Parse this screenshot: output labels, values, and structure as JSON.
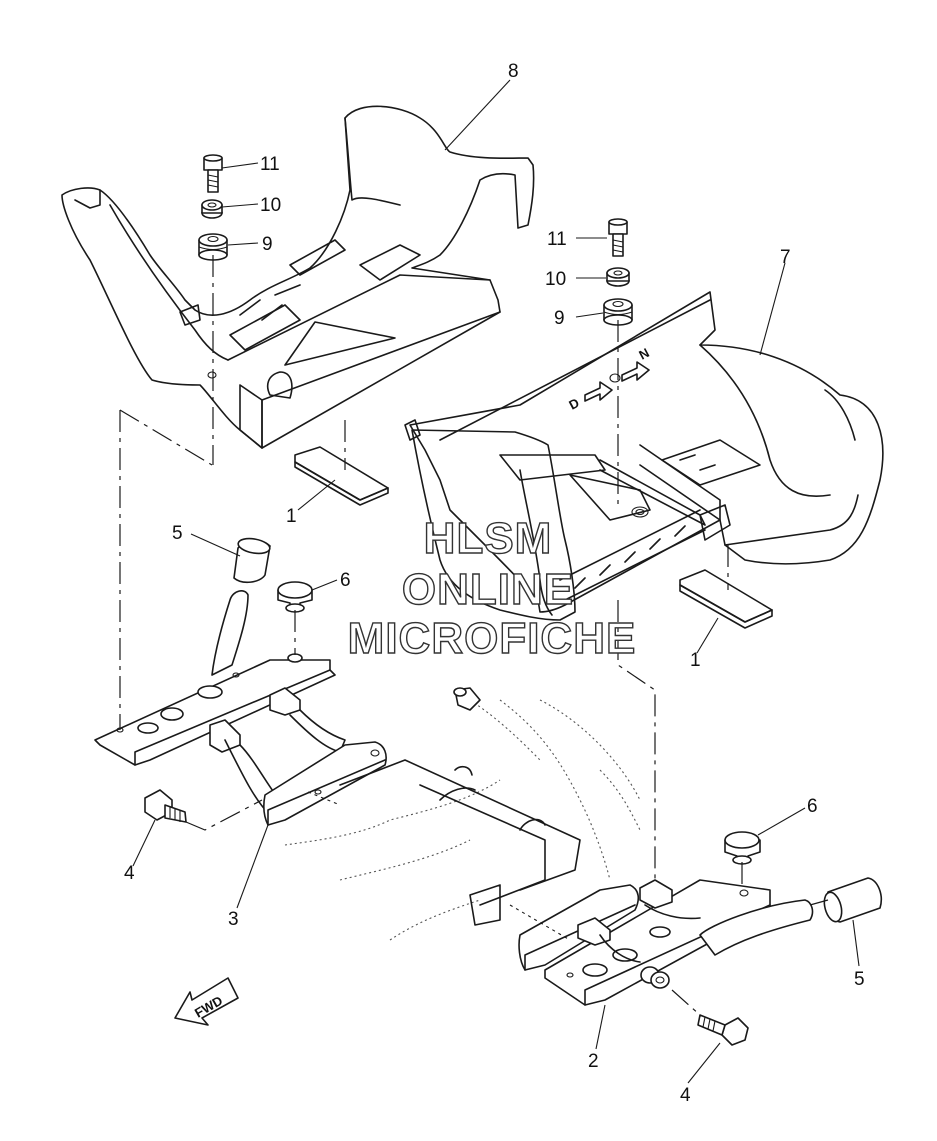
{
  "watermark": {
    "line1": "HLSM",
    "line2": "ONLINE",
    "line3": "MICROFICHE"
  },
  "stamps": {
    "shift_d": "D",
    "shift_n": "N",
    "fwd": "FWD"
  },
  "callouts": [
    {
      "id": "c8",
      "text": "8"
    },
    {
      "id": "c11a",
      "text": "11"
    },
    {
      "id": "c10a",
      "text": "10"
    },
    {
      "id": "c9a",
      "text": "9"
    },
    {
      "id": "c11b",
      "text": "11"
    },
    {
      "id": "c10b",
      "text": "10"
    },
    {
      "id": "c9b",
      "text": "9"
    },
    {
      "id": "c7",
      "text": "7"
    },
    {
      "id": "c1a",
      "text": "1"
    },
    {
      "id": "c1b",
      "text": "1"
    },
    {
      "id": "c5a",
      "text": "5"
    },
    {
      "id": "c6a",
      "text": "6"
    },
    {
      "id": "c4a",
      "text": "4"
    },
    {
      "id": "c3",
      "text": "3"
    },
    {
      "id": "c6b",
      "text": "6"
    },
    {
      "id": "c5b",
      "text": "5"
    },
    {
      "id": "c2",
      "text": "2"
    },
    {
      "id": "c4b",
      "text": "4"
    }
  ]
}
